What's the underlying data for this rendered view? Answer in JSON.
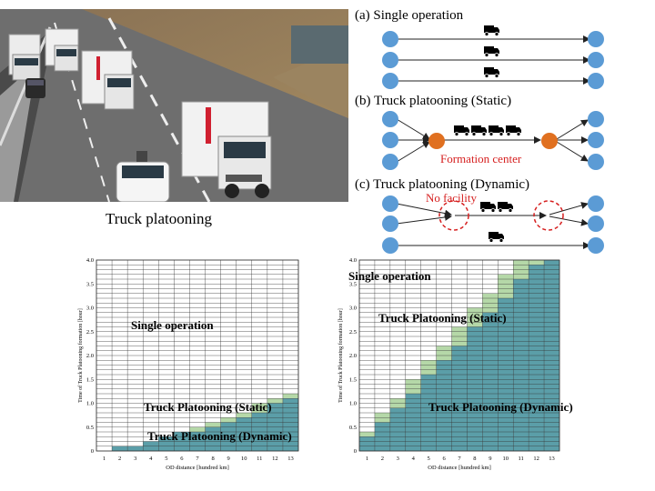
{
  "photo": {
    "caption": "Truck platooning"
  },
  "diagram": {
    "panel_a": {
      "title": "(a) Single operation"
    },
    "panel_b": {
      "title": "(b) Truck platooning (Static)",
      "center_label": "Formation center"
    },
    "panel_c": {
      "title": "(c) Truck platooning (Dynamic)",
      "no_facility_label": "No facility"
    },
    "colors": {
      "node": "#5b9bd5",
      "center": "#e07020",
      "annotation": "#d62020"
    },
    "icons": [
      "truck-icon"
    ]
  },
  "charts": [
    {
      "ylabel": "Time of Truck Platooning formation [hour]",
      "xlabel": "OD distance [hundred km]",
      "xticks": [
        "1",
        "2",
        "3",
        "4",
        "5",
        "6",
        "7",
        "8",
        "9",
        "10",
        "11",
        "12",
        "13"
      ],
      "yticks": [
        "0",
        "0.5",
        "1.0",
        "1.5",
        "2.0",
        "2.5",
        "3.0",
        "3.5",
        "4.0"
      ],
      "labels": {
        "single": "Single operation",
        "static": "Truck Platooning (Static)",
        "dynamic": "Truck Platooning (Dynamic)"
      }
    },
    {
      "ylabel": "Time of Truck Platooning formation [hour]",
      "xlabel": "OD distance [hundred km]",
      "xticks": [
        "1",
        "2",
        "3",
        "4",
        "5",
        "6",
        "7",
        "8",
        "9",
        "10",
        "11",
        "12",
        "13"
      ],
      "yticks": [
        "0",
        "0.5",
        "1.0",
        "1.5",
        "2.0",
        "2.5",
        "3.0",
        "3.5",
        "4.0"
      ],
      "labels": {
        "single": "Single operation",
        "static": "Truck Platooning (Static)",
        "dynamic": "Truck Platooning (Dynamic)"
      }
    }
  ],
  "chart_data": [
    {
      "type": "heatmap",
      "x": [
        1,
        2,
        3,
        4,
        5,
        6,
        7,
        8,
        9,
        10,
        11,
        12,
        13
      ],
      "y_step": 0.1,
      "ylim": [
        0,
        4.0
      ],
      "series": [
        {
          "name": "Truck Platooning (Dynamic)",
          "values": [
            0.0,
            0.1,
            0.1,
            0.2,
            0.3,
            0.4,
            0.4,
            0.5,
            0.6,
            0.7,
            0.8,
            1.0,
            1.1
          ],
          "color": "#5b9ea8"
        },
        {
          "name": "Truck Platooning (Static)",
          "values": [
            0.0,
            0.0,
            0.0,
            0.0,
            0.0,
            0.0,
            0.1,
            0.1,
            0.1,
            0.1,
            0.2,
            0.1,
            0.1
          ],
          "color": "#b5d8a8"
        }
      ]
    },
    {
      "type": "heatmap",
      "x": [
        1,
        2,
        3,
        4,
        5,
        6,
        7,
        8,
        9,
        10,
        11,
        12,
        13
      ],
      "y_step": 0.1,
      "ylim": [
        0,
        4.0
      ],
      "series": [
        {
          "name": "Truck Platooning (Dynamic)",
          "values": [
            0.3,
            0.6,
            0.9,
            1.2,
            1.6,
            1.9,
            2.2,
            2.6,
            2.9,
            3.2,
            3.6,
            3.9,
            4.0
          ],
          "color": "#5b9ea8"
        },
        {
          "name": "Truck Platooning (Static)",
          "values": [
            0.1,
            0.2,
            0.2,
            0.3,
            0.3,
            0.3,
            0.4,
            0.4,
            0.4,
            0.5,
            0.4,
            0.1,
            0.0
          ],
          "color": "#b5d8a8"
        }
      ]
    }
  ]
}
